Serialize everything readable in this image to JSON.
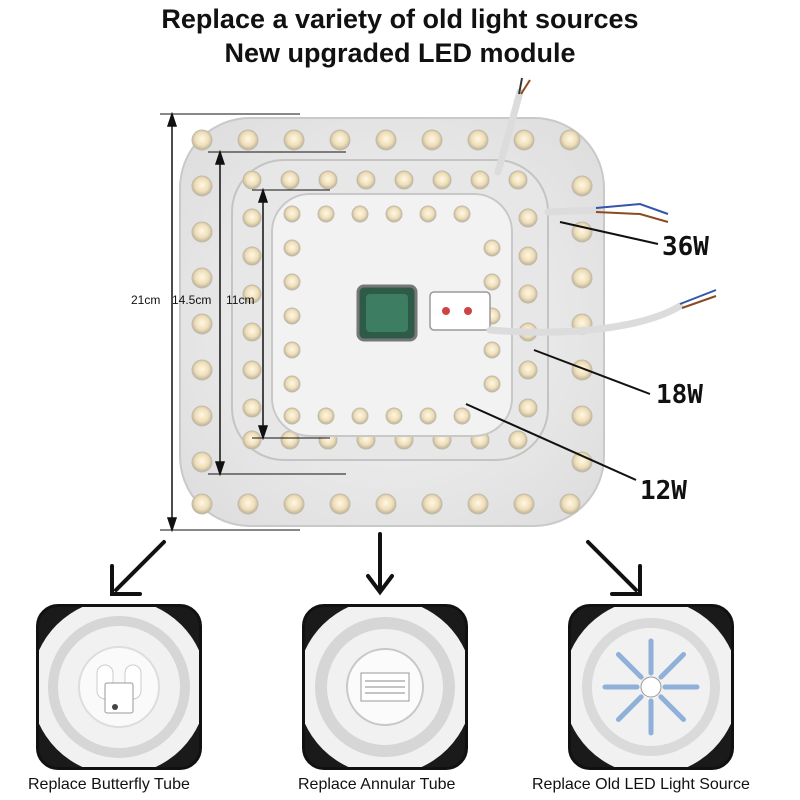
{
  "header": {
    "line1": "Replace a variety of old light sources",
    "line2": "New upgraded LED module"
  },
  "dimensions": [
    "21cm",
    "14.5cm",
    "11cm"
  ],
  "wattages": [
    "36W",
    "18W",
    "12W"
  ],
  "replacements": [
    {
      "caption": "Replace Butterfly Tube",
      "icon": "butterfly-tube-lamp"
    },
    {
      "caption": "Replace Annular Tube",
      "icon": "annular-tube-lamp"
    },
    {
      "caption": "Replace Old LED Light Source",
      "icon": "old-led-light-source"
    }
  ],
  "colors": {
    "board": "#eeeeee",
    "led": "#f4e6c8",
    "cable": "#e8e8e8",
    "driver": "#2e7a5a"
  }
}
